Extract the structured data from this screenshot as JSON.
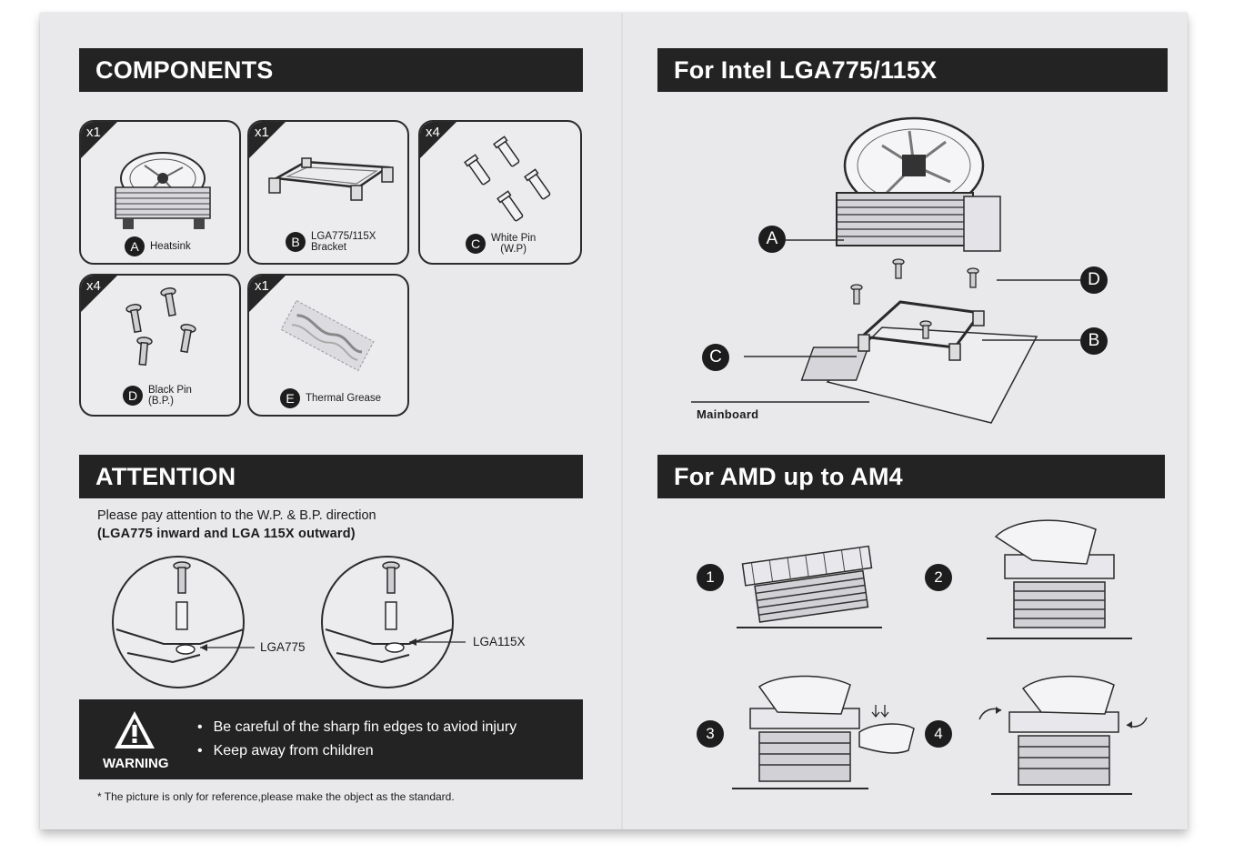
{
  "left_page": {
    "components_header": "COMPONENTS",
    "components": [
      {
        "qty": "x1",
        "letter": "A",
        "label": "Heatsink",
        "label2": ""
      },
      {
        "qty": "x1",
        "letter": "B",
        "label": "LGA775/115X",
        "label2": "Bracket"
      },
      {
        "qty": "x4",
        "letter": "C",
        "label": "White Pin",
        "label2": "(W.P)"
      },
      {
        "qty": "x4",
        "letter": "D",
        "label": "Black Pin",
        "label2": "(B.P.)"
      },
      {
        "qty": "x1",
        "letter": "E",
        "label": "Thermal Grease",
        "label2": ""
      }
    ],
    "attention_header": "ATTENTION",
    "attention_line1": "Please pay attention to the W.P. & B.P. direction",
    "attention_line2": "(LGA775 inward and LGA 115X outward)",
    "detail_labels": {
      "left": "LGA775",
      "right": "LGA115X"
    },
    "warning": {
      "label": "WARNING",
      "items": [
        "Be careful of the sharp fin edges to aviod injury",
        "Keep away from children"
      ]
    },
    "footnote": "* The picture is only for reference,please make the object as the standard."
  },
  "right_page": {
    "intel_header": "For Intel LGA775/115X",
    "intel_callouts": {
      "a": "A",
      "b": "B",
      "c": "C",
      "d": "D"
    },
    "mainboard_label": "Mainboard",
    "amd_header": "For AMD up to AM4",
    "amd_steps": [
      "1",
      "2",
      "3",
      "4"
    ]
  },
  "colors": {
    "paper": "#e9e9ec",
    "ink": "#232323",
    "white": "#ffffff"
  },
  "icons": [
    "warning-triangle-icon",
    "arrow-icon"
  ]
}
